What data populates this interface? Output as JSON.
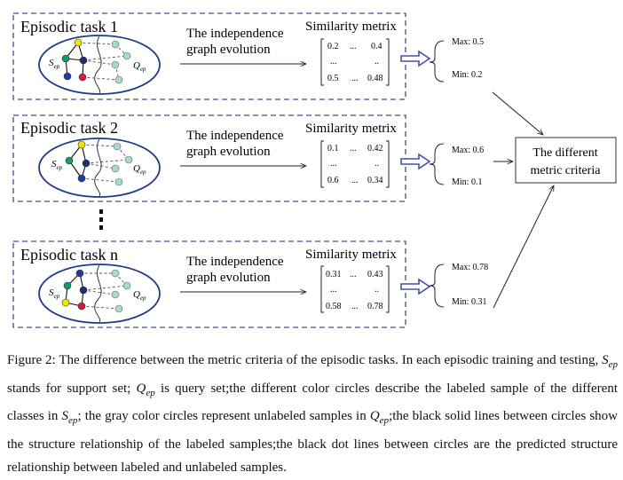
{
  "tasks": [
    {
      "title": "Episodic task 1",
      "evolution_line1": "The independence",
      "evolution_line2": "graph evolution",
      "matrix_label": "Similarity metrix",
      "matrix": {
        "tl": "0.2",
        "tdots": "...",
        "tr": "0.4",
        "ml": "...",
        "mr": "..",
        "bl": "0.5",
        "bdots": "...",
        "br": "0.48"
      },
      "max": "Max: 0.5",
      "min": "Min: 0.2",
      "set_s_main": "S",
      "set_s_sub": "ep",
      "set_q_main": "Q",
      "set_q_sub": "ep"
    },
    {
      "title": "Episodic task 2",
      "evolution_line1": "The independence",
      "evolution_line2": "graph evolution",
      "matrix_label": "Similarity metrix",
      "matrix": {
        "tl": "0.1",
        "tdots": "...",
        "tr": "0.42",
        "ml": "...",
        "mr": "..",
        "bl": "0.6",
        "bdots": "...",
        "br": "0.34"
      },
      "max": "Max: 0.6",
      "min": "Min: 0.1",
      "set_s_main": "S",
      "set_s_sub": "ep",
      "set_q_main": "Q",
      "set_q_sub": "ep"
    },
    {
      "title": "Episodic task n",
      "evolution_line1": "The independence",
      "evolution_line2": "graph evolution",
      "matrix_label": "Similarity metrix",
      "matrix": {
        "tl": "0.31",
        "tdots": "...",
        "tr": "0.43",
        "ml": "...",
        "mr": "..",
        "bl": "0.58",
        "bdots": "...",
        "br": "0.78"
      },
      "max": "Max: 0.78",
      "min": "Min: 0.31",
      "set_s_main": "S",
      "set_s_sub": "ep",
      "set_q_main": "Q",
      "set_q_sub": "ep"
    }
  ],
  "criteria_line1": "The different",
  "criteria_line2": "metric criteria",
  "caption": {
    "p1": "Figure 2: The difference between the metric criteria of the episodic tasks. In each episodic training and testing, ",
    "s_main": "S",
    "s_sub": "ep",
    "p2": " stands for support set; ",
    "q_main": "Q",
    "q_sub": "ep",
    "p3": " is query set;the different color circles describe the labeled sample of the different classes in ",
    "s2_main": "S",
    "s2_sub": "ep",
    "p4": "; the gray color circles represent unlabeled samples in ",
    "q2_main": "Q",
    "q2_sub": "ep",
    "p5": ";the black solid lines between circles show the structure relationship of the labeled samples;the black dot lines between circles are the predicted structure relationship between labeled and unlabeled samples."
  },
  "colors": {
    "box_border": "#4a4a8a",
    "ellipse_border": "#1f3a8a",
    "arrow_outline": "#4451a8",
    "node_yellow": "#f2e600",
    "node_green": "#109a6a",
    "node_blue": "#1f3aa0",
    "node_red": "#d11a3c",
    "node_navy": "#1c2f6e",
    "node_unlabeled": "#a8d8d0"
  }
}
